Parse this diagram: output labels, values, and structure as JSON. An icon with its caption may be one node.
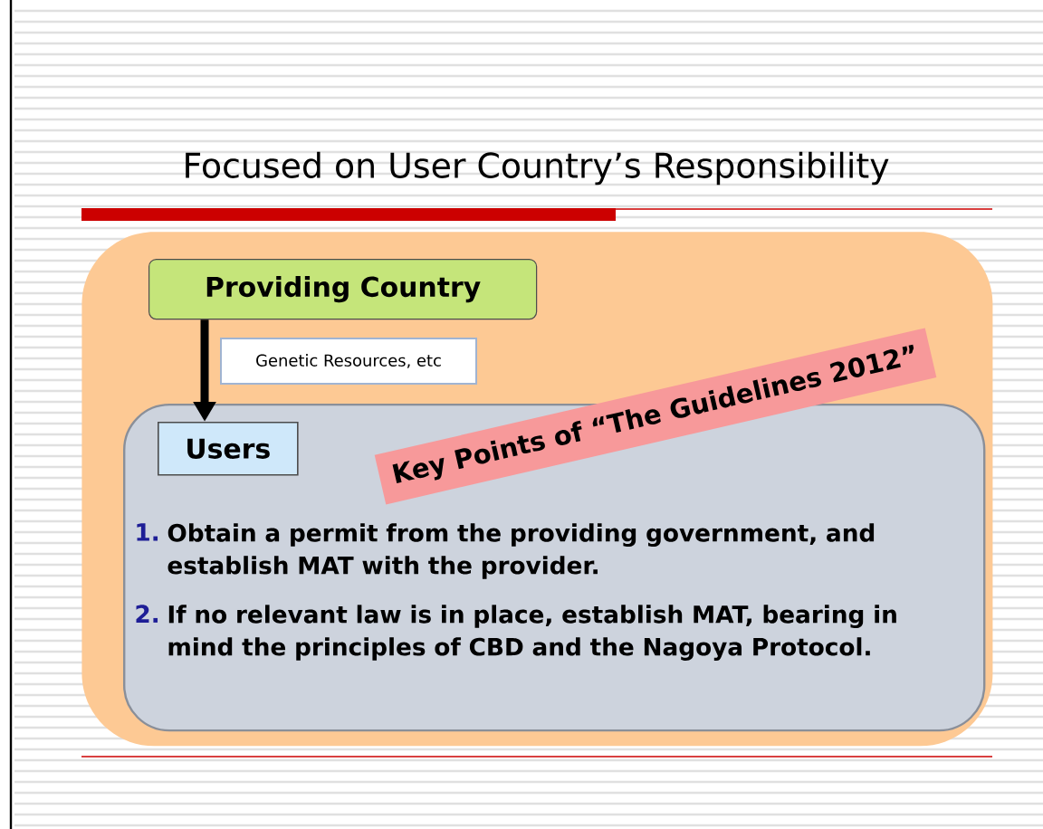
{
  "diagram": {
    "title": "Focused on User Country’s Responsibility",
    "nodes": [
      {
        "text": [],
        "shape": "box"
      },
      {
        "text": [
          "Providing Country"
        ],
        "in": 0
      },
      {
        "text": [
          "1.",
          "Obtain a permit from the providing government, and establish MAT with the provider.",
          "2.",
          "If no relevant law is in place, establish MAT, bearing in mind the principles of CBD and the Nagoya Protocol."
        ],
        "in": 0
      },
      {
        "text": [
          "Users"
        ],
        "in": 2
      },
      {
        "text": [
          "Key Points of “The Guidelines 2012”"
        ],
        "in": 0
      }
    ],
    "edges": [
      {
        "from": 1,
        "to": 3,
        "arrow": "to",
        "label": "Genetic Resources, etc"
      }
    ]
  }
}
